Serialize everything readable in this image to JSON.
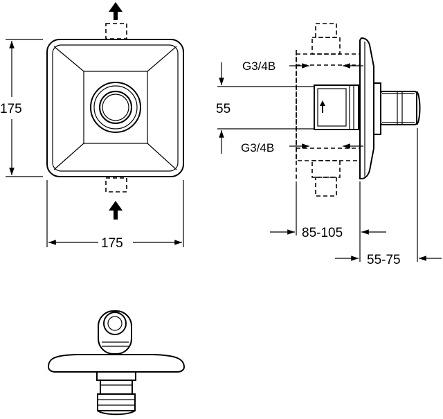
{
  "front_view": {
    "width_label": "175",
    "height_label": "175"
  },
  "side_view": {
    "thread_top_label": "G3/4B",
    "thread_bottom_label": "G3/4B",
    "spacing_label": "55",
    "depth_label": "85-105",
    "projection_label": "55-75"
  }
}
